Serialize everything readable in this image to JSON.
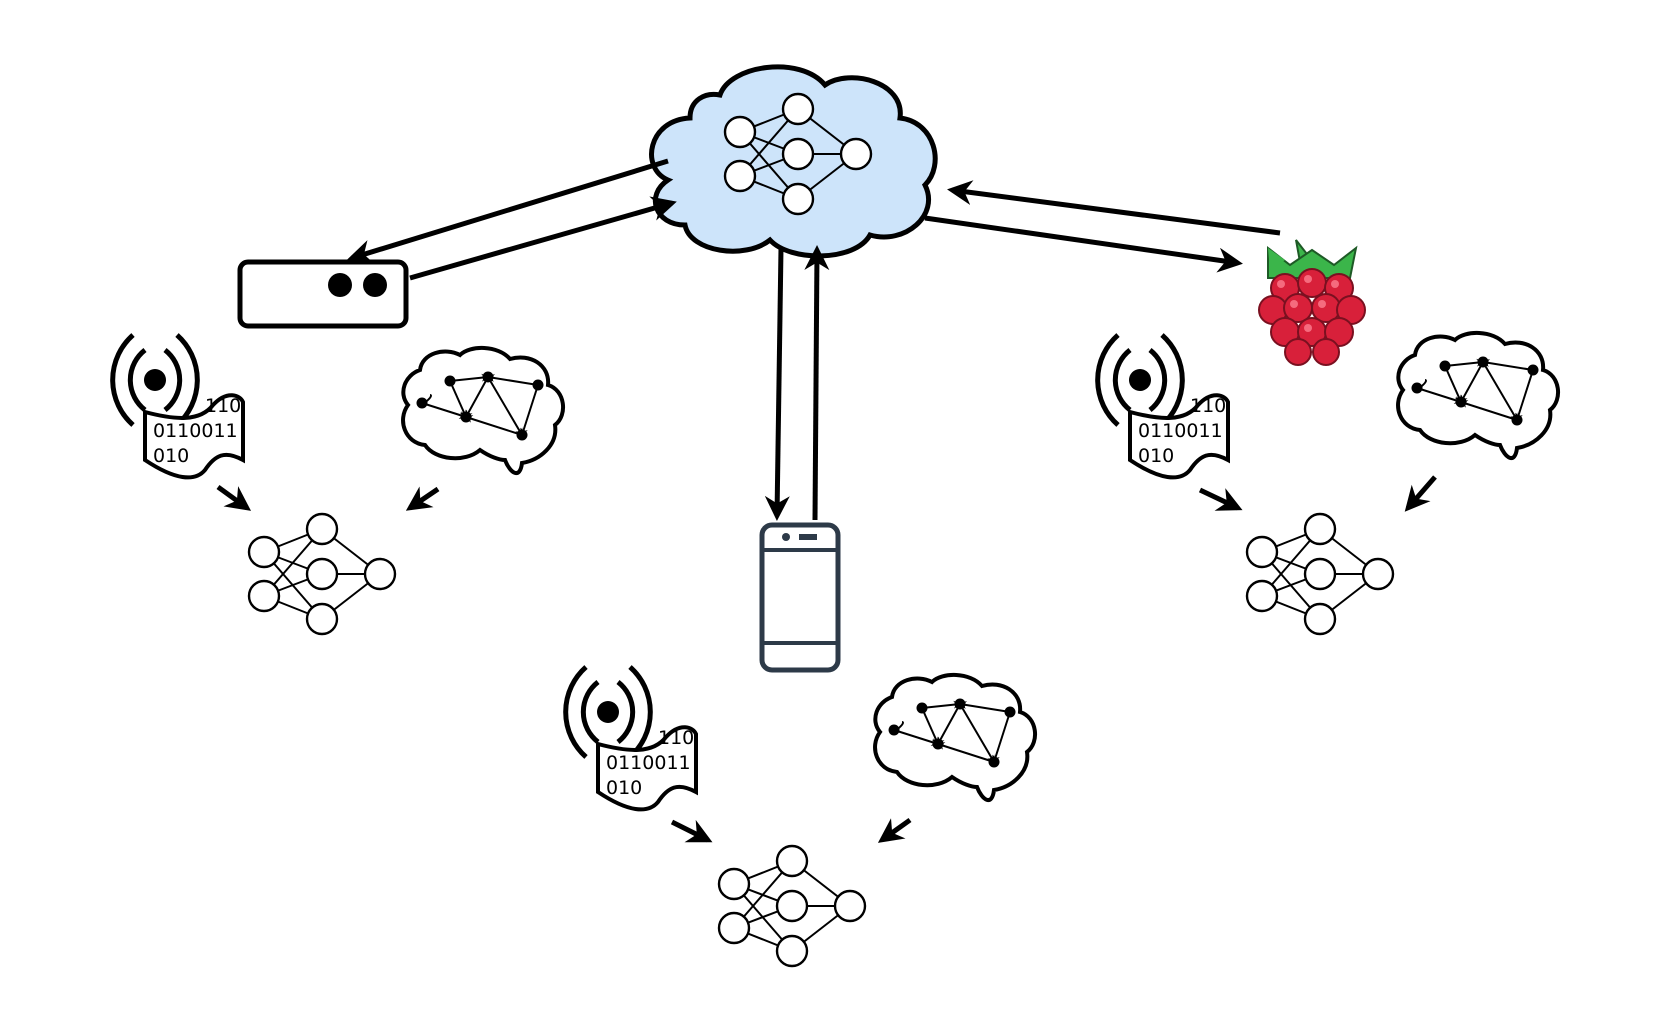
{
  "binary_lines": [
    "110",
    "0110011",
    "010"
  ],
  "colors": {
    "cloud_fill": "#cde4fa",
    "outline": "#000000",
    "phone": "#2d3a48",
    "berry": "#d8203a",
    "berry_dark": "#7a1020",
    "leaf": "#3bb54a"
  },
  "icons": {
    "server": "cloud-server",
    "edge_box": "edge-device",
    "phone": "smartphone",
    "pi": "raspberry-pi",
    "sensor": "broadcast-sensor",
    "brain": "knowledge-brain",
    "network": "neural-network"
  }
}
